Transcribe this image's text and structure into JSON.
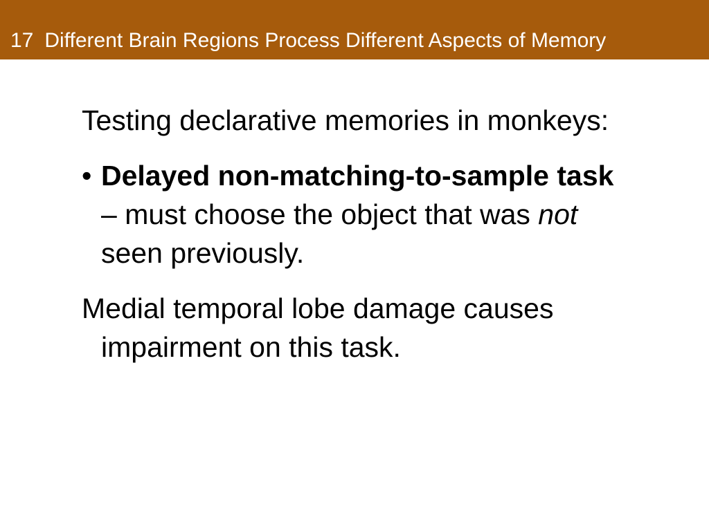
{
  "slide": {
    "number": "17",
    "title": "Different Brain Regions Process Different Aspects of Memory",
    "header_color": "#a65b0c"
  },
  "body": {
    "intro": "Testing declarative memories in monkeys:",
    "bullet": {
      "glyph": "•",
      "bold_term": "Delayed non-matching-to-sample task",
      "text_before_italic": " – must choose the object that was ",
      "italic_word": "not",
      "text_after_italic": " seen previously."
    },
    "conclusion": "Medial temporal lobe damage causes impairment on this task."
  }
}
